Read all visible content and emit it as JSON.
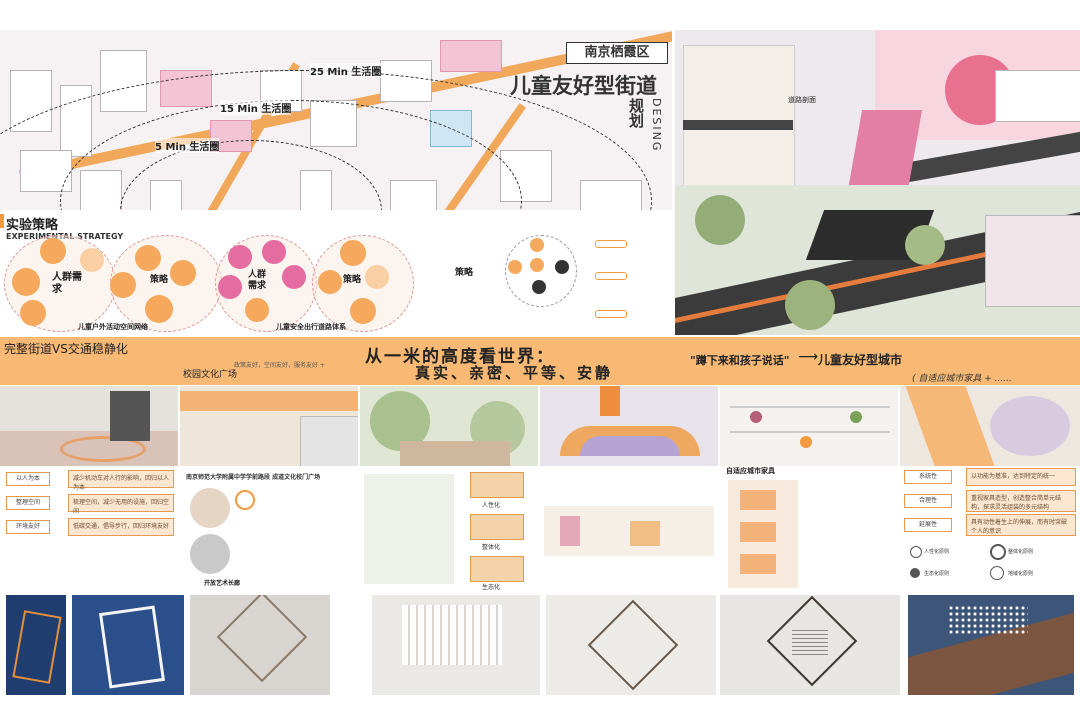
{
  "header": {
    "district": "南京栖霞区",
    "title": "儿童友好型街道",
    "plan": "规划",
    "desing": "DESING"
  },
  "map": {
    "ring_25": "25 Min 生活圈",
    "ring_15": "15 Min 生活圈",
    "ring_5": "5 Min 生活圈"
  },
  "strategy": {
    "title": "实验策略",
    "subtitle": "EXPERIMENTAL STRATEGY",
    "center1": "人群需求",
    "center2": "人群需求",
    "strategy_label1": "策略",
    "strategy_label2": "策略",
    "strategy_label3": "策略",
    "caption1": "儿童户外活动空间网络",
    "caption2": "儿童安全出行道路体系"
  },
  "section_label": "道路剖面",
  "band": {
    "left": "完整街道VS交通稳静化",
    "sub1": "校园文化广场",
    "sub2": "政策友好，空间友好，服务友好 +",
    "main1": "从一米的高度看世界：",
    "main2": "真实、亲密、平等、安静",
    "quote": "\"蹲下来和孩子说话\"",
    "arrow": "⟶",
    "right1": "儿童友好型城市",
    "right2": "( 自适应城市家具 + ......"
  },
  "panel1": {
    "items": [
      {
        "label": "以人为本",
        "text": "减少机动车对人行的影响，回归以人为本"
      },
      {
        "label": "整理空间",
        "text": "梳理空间，减少无用的设施，回归空间"
      },
      {
        "label": "环境友好",
        "text": "低碳交通，倡导步行，回归环境友好"
      }
    ]
  },
  "panel2": {
    "title": "南京师范大学附属中学学前路段   成道文化校门广场",
    "caption": "开放艺术长廊"
  },
  "panel3": {
    "label1": "人性化",
    "label2": "整体化",
    "label3": "生态化"
  },
  "panel5": {
    "title": "自适应城市家具"
  },
  "panel6": {
    "items": [
      {
        "label": "系统性",
        "text": "以功能为基准，达到特定的统一"
      },
      {
        "label": "合理性",
        "text": "重视家具造型，创造整合简单元结构，探求灵活组装的多元结构"
      },
      {
        "label": "延展性",
        "text": "具有动性着生上的伸展，而有时突破个人的意识"
      }
    ],
    "legend": [
      "人性化原则",
      "整体化原则",
      "生态化原则",
      "地域化原则"
    ]
  }
}
